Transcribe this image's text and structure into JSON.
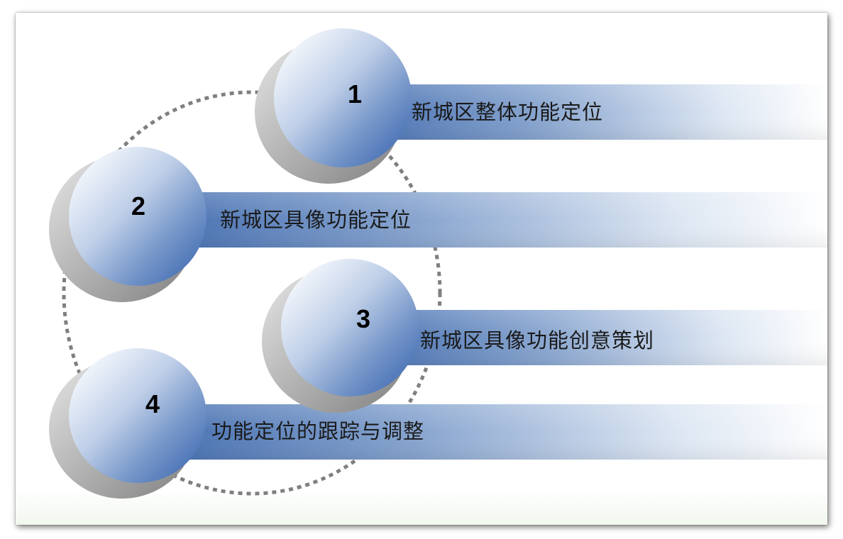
{
  "items": [
    {
      "number": "1",
      "label": "新城区整体功能定位"
    },
    {
      "number": "2",
      "label": "新城区具像功能定位"
    },
    {
      "number": "3",
      "label": "新城区具像功能创意策划"
    },
    {
      "number": "4",
      "label": "功能定位的跟踪与调整"
    }
  ],
  "colors": {
    "bar": "#3d68ad",
    "sphere_light": "#f2f5fb",
    "sphere_dark": "#4a72b6",
    "dotted_circle": "#7f7f7f"
  }
}
